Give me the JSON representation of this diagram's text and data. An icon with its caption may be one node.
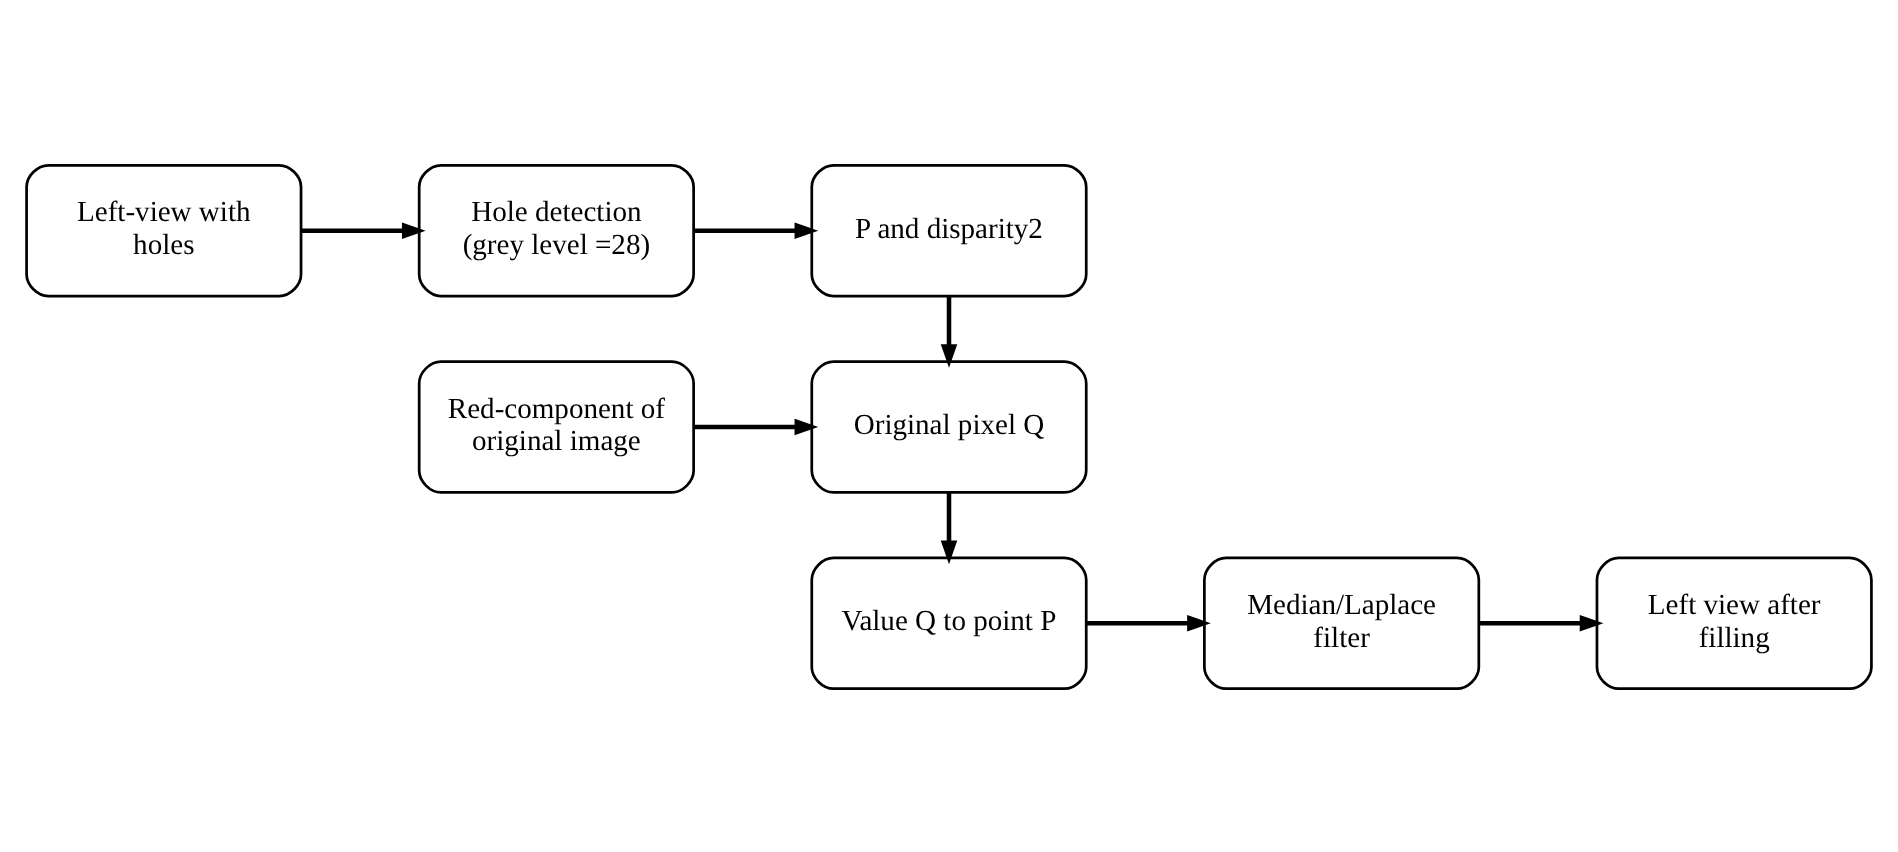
{
  "diagram": {
    "nodes": [
      {
        "text": [
          "Left-view with holes"
        ]
      },
      {
        "text": [
          "Hole detection (grey level =28)"
        ]
      },
      {
        "text": [
          "P and disparity2"
        ]
      },
      {
        "text": [
          "Red-component of original image"
        ]
      },
      {
        "text": [
          "Original pixel Q"
        ]
      },
      {
        "text": [
          "Value Q to point P"
        ]
      },
      {
        "text": [
          "Median/Laplace filter"
        ]
      },
      {
        "text": [
          "Left view after filling"
        ]
      }
    ],
    "edges": [
      {
        "from": 0,
        "to": 1,
        "arrow": "to"
      },
      {
        "from": 1,
        "to": 2,
        "arrow": "to"
      },
      {
        "from": 2,
        "to": 4,
        "arrow": "to"
      },
      {
        "from": 3,
        "to": 4,
        "arrow": "to"
      },
      {
        "from": 4,
        "to": 5,
        "arrow": "to"
      },
      {
        "from": 5,
        "to": 6,
        "arrow": "to"
      },
      {
        "from": 6,
        "to": 7,
        "arrow": "to"
      }
    ]
  }
}
